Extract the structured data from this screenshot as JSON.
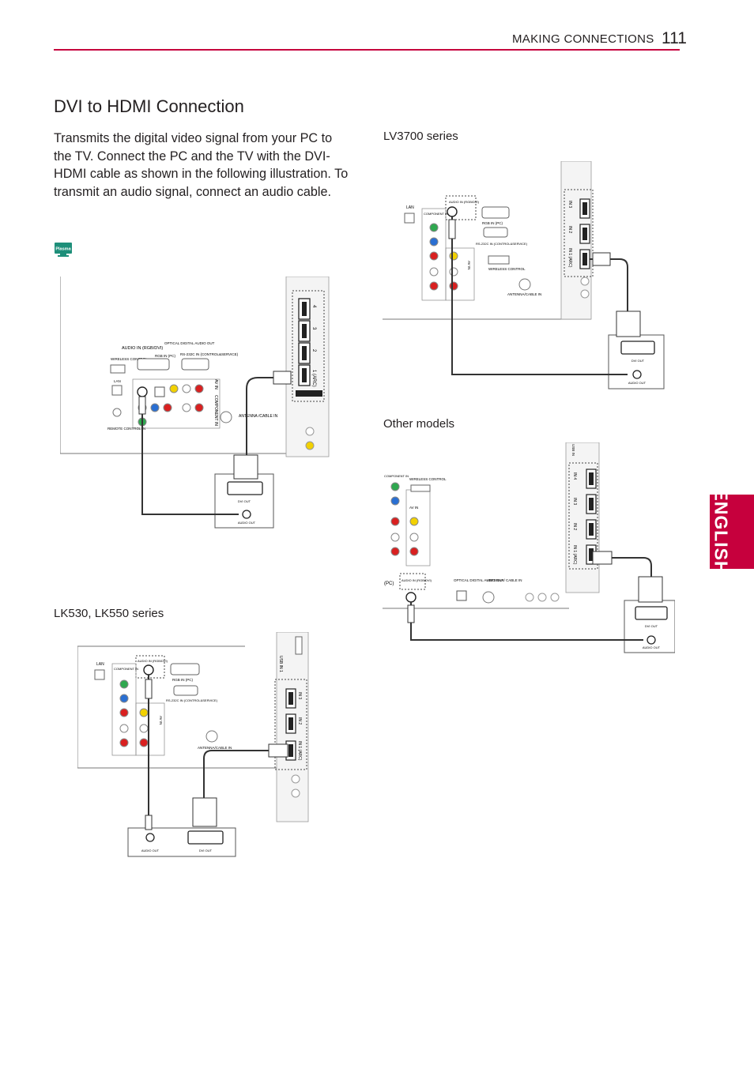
{
  "header": {
    "section": "MAKING CONNECTIONS",
    "page_number": "111"
  },
  "title": "DVI to HDMI Connection",
  "intro": "Transmits the digital video signal from your PC to the TV. Connect the PC and the TV with the DVI-HDMI cable as shown in the following illustration. To transmit an audio signal, connect an audio cable.",
  "plasma_badge": "Plasma",
  "language_tab": "ENGLISH",
  "colors": {
    "accent": "#c6003d",
    "cable": "#333333"
  },
  "captions": {
    "lv3700": "LV3700 series",
    "other": "Other models",
    "lk530": "LK530, LK550 series"
  },
  "diagrams": {
    "plasma": {
      "hdmi_inputs": [
        "4",
        "3",
        "2",
        "1 (ARC)"
      ],
      "audio_in": "AUDIO IN (RGB/DVI)",
      "rgb_in": "RGB IN (PC)",
      "optical": "OPTICAL DIGITAL AUDIO OUT",
      "rs232": "RS-232C IN (CONTROL&SERVICE)",
      "wireless": "WIRELESS CONTROL",
      "lan": "LAN",
      "remote": "REMOTE CONTROL IN",
      "antenna": "ANTENNA /CABLE IN",
      "component": "COMPONENT IN",
      "av_in": "AV IN",
      "dvi_out": "DVI OUT",
      "audio_out": "AUDIO OUT"
    },
    "lv3700": {
      "lan": "LAN",
      "audio_in": "AUDIO IN (RGB/DVI)",
      "rgb_in": "RGB IN (PC)",
      "rs232": "RS-232C IN (CONTROL&SERVICE)",
      "wireless": "WIRELESS CONTROL",
      "antenna": "ANTENNA/CABLE IN",
      "component": "COMPONENT IN",
      "av_in": "AV IN",
      "hdmi_inputs": [
        "IN 3",
        "IN 2",
        "IN 1 (ARC)"
      ],
      "dvi_out": "DVI OUT",
      "audio_out": "AUDIO OUT"
    },
    "other": {
      "component": "COMPONENT IN",
      "wireless": "WIRELESS CONTROL",
      "av_in": "AV IN",
      "pc": "(PC)",
      "audio_in": "AUDIO IN (RGB/DVI)",
      "optical": "OPTICAL DIGITAL AUDIO OUT",
      "antenna": "ANTENNA/ CABLE IN",
      "usb": "USB IN",
      "hdmi_inputs": [
        "IN 4",
        "IN 3",
        "IN 2",
        "IN 1 (ARC)"
      ],
      "dvi_out": "DVI OUT",
      "audio_out": "AUDIO OUT"
    },
    "lk530": {
      "lan": "LAN",
      "audio_in": "AUDIO IN (RGB/DVI)",
      "rgb_in": "RGB IN (PC)",
      "rs232": "RS-232C IN (CONTROL&SERVICE)",
      "antenna": "ANTENNA/CABLE IN",
      "component": "COMPONENT IN",
      "av_in": "AV IN",
      "usb": "USB IN 1",
      "hdmi_inputs": [
        "IN 3",
        "IN 2",
        "IN 1 (ARC)"
      ],
      "dvi_out": "DVI OUT",
      "audio_out": "AUDIO OUT"
    }
  }
}
